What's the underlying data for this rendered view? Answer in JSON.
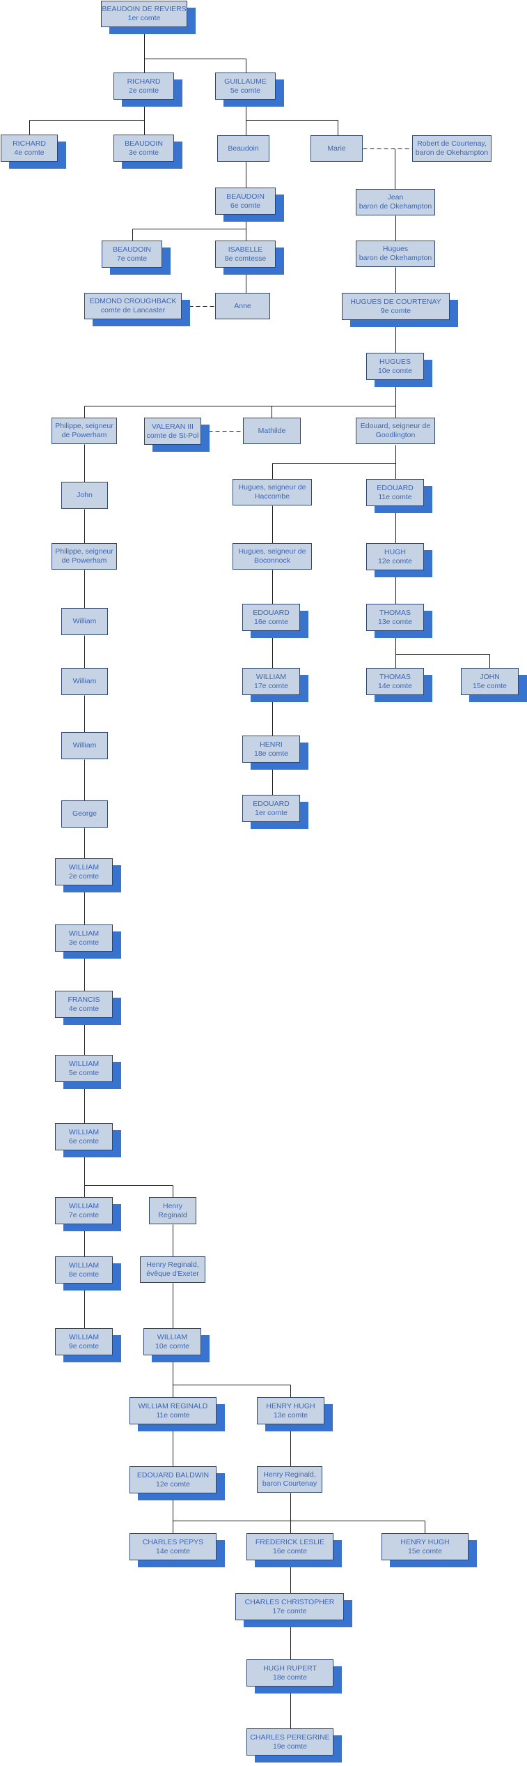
{
  "nodes": {
    "beaudoin_reviers": {
      "line1": "BEAUDOIN DE REVIERS",
      "line2": "1er comte"
    },
    "richard2": {
      "line1": "RICHARD",
      "line2": "2e comte"
    },
    "guillaume5": {
      "line1": "GUILLAUME",
      "line2": "5e comte"
    },
    "richard4": {
      "line1": "RICHARD",
      "line2": "4e comte"
    },
    "beaudoin3": {
      "line1": "BEAUDOIN",
      "line2": "3e comte"
    },
    "beaudoin_plain": {
      "line1": "Beaudoin"
    },
    "marie": {
      "line1": "Marie"
    },
    "robert_courtenay": {
      "line1": "Robert de Courtenay,",
      "line2": "baron de Okehampton"
    },
    "beaudoin6": {
      "line1": "BEAUDOIN",
      "line2": "6e comte"
    },
    "jean": {
      "line1": "Jean",
      "line2": "baron de Okehampton"
    },
    "beaudoin7": {
      "line1": "BEAUDOIN",
      "line2": "7e comte"
    },
    "isabelle8": {
      "line1": "ISABELLE",
      "line2": "8e comtesse"
    },
    "hugues_baron": {
      "line1": "Hugues",
      "line2": "baron de Okehampton"
    },
    "edmond": {
      "line1": "EDMOND CROUGHBACK",
      "line2": "comte de Lancaster"
    },
    "anne": {
      "line1": "Anne"
    },
    "hugues9": {
      "line1": "HUGUES DE COURTENAY",
      "line2": "9e comte"
    },
    "hugues10": {
      "line1": "HUGUES",
      "line2": "10e comte"
    },
    "philippe_powerham": {
      "line1": "Philippe, seigneur",
      "line2": "de Powerham"
    },
    "valeran": {
      "line1": "VALERAN III",
      "line2": "comte de St-Pol"
    },
    "mathilde": {
      "line1": "Mathilde"
    },
    "edouard_goodlington": {
      "line1": "Edouard, seigneur de",
      "line2": "Goodlington"
    },
    "john1": {
      "line1": "John"
    },
    "hugues_haccombe": {
      "line1": "Hugues, seigneur de",
      "line2": "Haccombe"
    },
    "edouard11": {
      "line1": "EDOUARD",
      "line2": "11e comte"
    },
    "philippe2": {
      "line1": "Philippe, seigneur",
      "line2": "de Powerham"
    },
    "hugues_boconnock": {
      "line1": "Hugues, seigneur de",
      "line2": "Boconnock"
    },
    "hugh12": {
      "line1": "HUGH",
      "line2": "12e comte"
    },
    "william_a": {
      "line1": "William"
    },
    "edouard16": {
      "line1": "EDOUARD",
      "line2": "16e comte"
    },
    "thomas13": {
      "line1": "THOMAS",
      "line2": "13e comte"
    },
    "william_b": {
      "line1": "William"
    },
    "william17": {
      "line1": "WILLIAM",
      "line2": "17e comte"
    },
    "thomas14": {
      "line1": "THOMAS",
      "line2": "14e comte"
    },
    "john15": {
      "line1": "JOHN",
      "line2": "15e comte"
    },
    "william_c": {
      "line1": "William"
    },
    "henri18": {
      "line1": "HENRI",
      "line2": "18e comte"
    },
    "edouard1": {
      "line1": "EDOUARD",
      "line2": "1er comte"
    },
    "george": {
      "line1": "George"
    },
    "william2": {
      "line1": "WILLIAM",
      "line2": "2e comte"
    },
    "william3": {
      "line1": "WILLIAM",
      "line2": "3e comte"
    },
    "francis4": {
      "line1": "FRANCIS",
      "line2": "4e comte"
    },
    "william5": {
      "line1": "WILLIAM",
      "line2": "5e comte"
    },
    "william6": {
      "line1": "WILLIAM",
      "line2": "6e comte"
    },
    "william7": {
      "line1": "WILLIAM",
      "line2": "7e comte"
    },
    "henry_reginald": {
      "line1": "Henry",
      "line2": "Reginald"
    },
    "william8": {
      "line1": "WILLIAM",
      "line2": "8e comte"
    },
    "henry_reginald_eveque": {
      "line1": "Henry Reginald,",
      "line2": "évêque d'Exeter"
    },
    "william9": {
      "line1": "WILLIAM",
      "line2": "9e comte"
    },
    "william10": {
      "line1": "WILLIAM",
      "line2": "10e comte"
    },
    "william_reginald11": {
      "line1": "WILLIAM REGINALD",
      "line2": "11e comte"
    },
    "henry_hugh13": {
      "line1": "HENRY HUGH",
      "line2": "13e comte"
    },
    "edouard_baldwin12": {
      "line1": "EDOUARD BALDWIN",
      "line2": "12e comte"
    },
    "henry_reginald_baron": {
      "line1": "Henry Reginald,",
      "line2": "baron Courtenay"
    },
    "charles_pepys14": {
      "line1": "CHARLES PEPYS",
      "line2": "14e comte"
    },
    "frederick_leslie16": {
      "line1": "FREDERICK LESLIE",
      "line2": "16e comte"
    },
    "henry_hugh15": {
      "line1": "HENRY HUGH",
      "line2": "15e comte"
    },
    "charles_christopher17": {
      "line1": "CHARLES CHRISTOPHER",
      "line2": "17e comte"
    },
    "hugh_rupert18": {
      "line1": "HUGH RUPERT",
      "line2": "18e comte"
    },
    "charles_peregrine19": {
      "line1": "CHARLES PEREGRINE",
      "line2": "19e comte"
    }
  },
  "colors": {
    "box_fill": "#c5d3e5",
    "box_border": "#2f4569",
    "text": "#3f66b3",
    "shadow": "#3873cf",
    "line": "#1a1a1a"
  }
}
